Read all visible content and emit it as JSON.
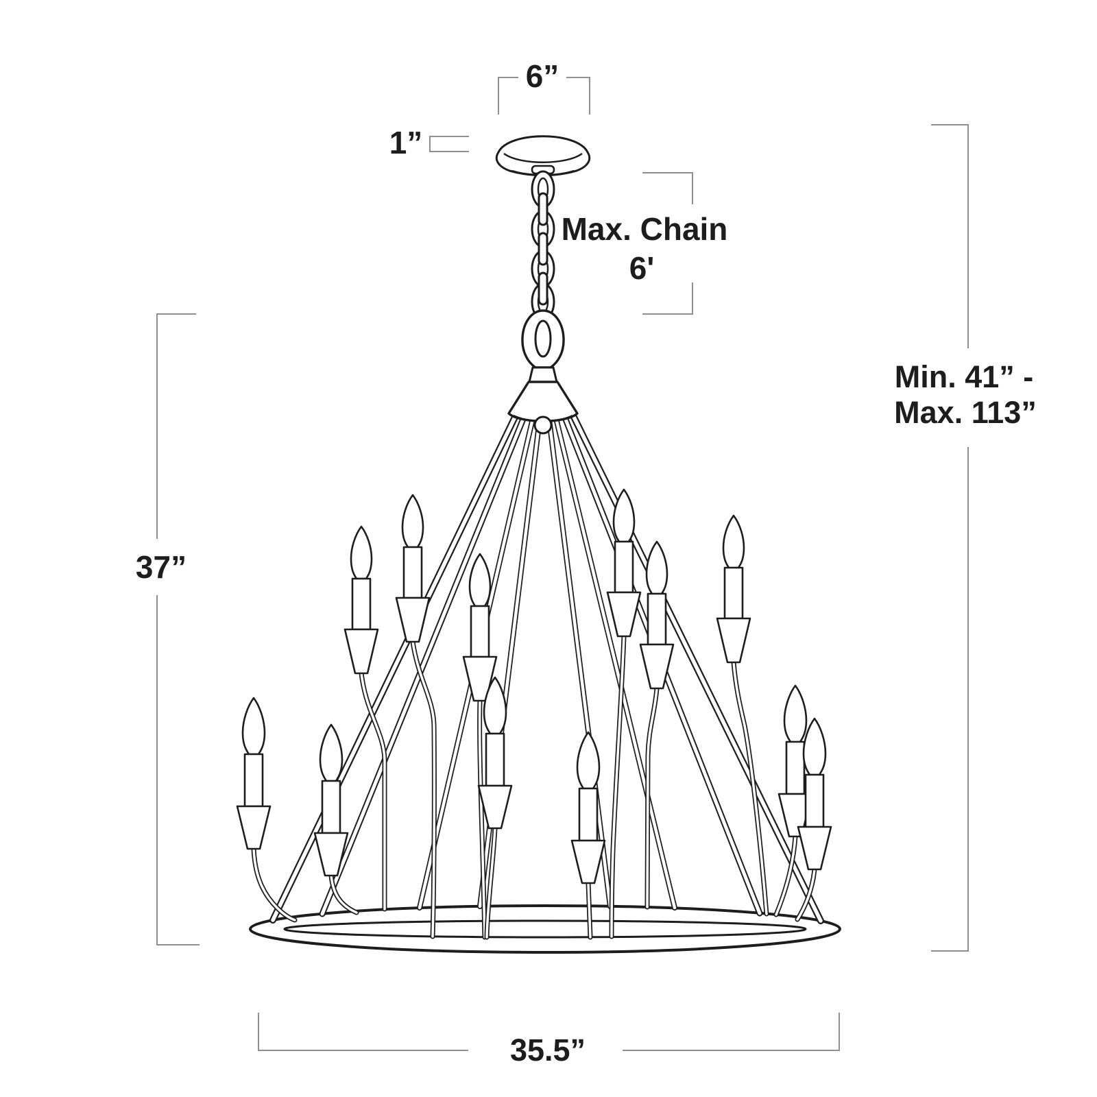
{
  "diagram": {
    "background": "#ffffff",
    "ink_color": "#1d1d1d",
    "dim_line_color": "#8f8f8f",
    "labels": {
      "canopy_width": "6”",
      "canopy_height": "1”",
      "max_chain_line1": "Max. Chain",
      "max_chain_line2": "6'",
      "overall_height_line1": "Min. 41” -",
      "overall_height_line2": "Max. 113”",
      "fixture_height": "37”",
      "ring_diameter": "35.5”"
    },
    "lights": {
      "upper_candles": 6,
      "lower_candles": 6
    }
  }
}
